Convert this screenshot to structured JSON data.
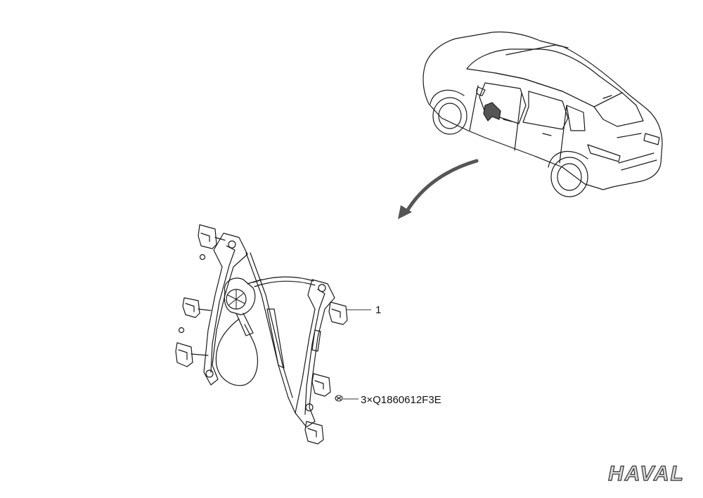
{
  "callouts": {
    "part_number": "1",
    "fastener": "3×Q1860612F3E"
  },
  "brand": {
    "logo_text": "HAVAL"
  },
  "colors": {
    "line": "#1a1a1a",
    "arrow": "#555555",
    "logo_fill": "#d9d9d9",
    "logo_stroke": "#333333"
  },
  "icons": {
    "vehicle": "suv-rear-three-quarter-icon",
    "direction": "curved-arrow-icon",
    "assembly": "window-regulator-icon",
    "fastener": "screw-icon"
  }
}
